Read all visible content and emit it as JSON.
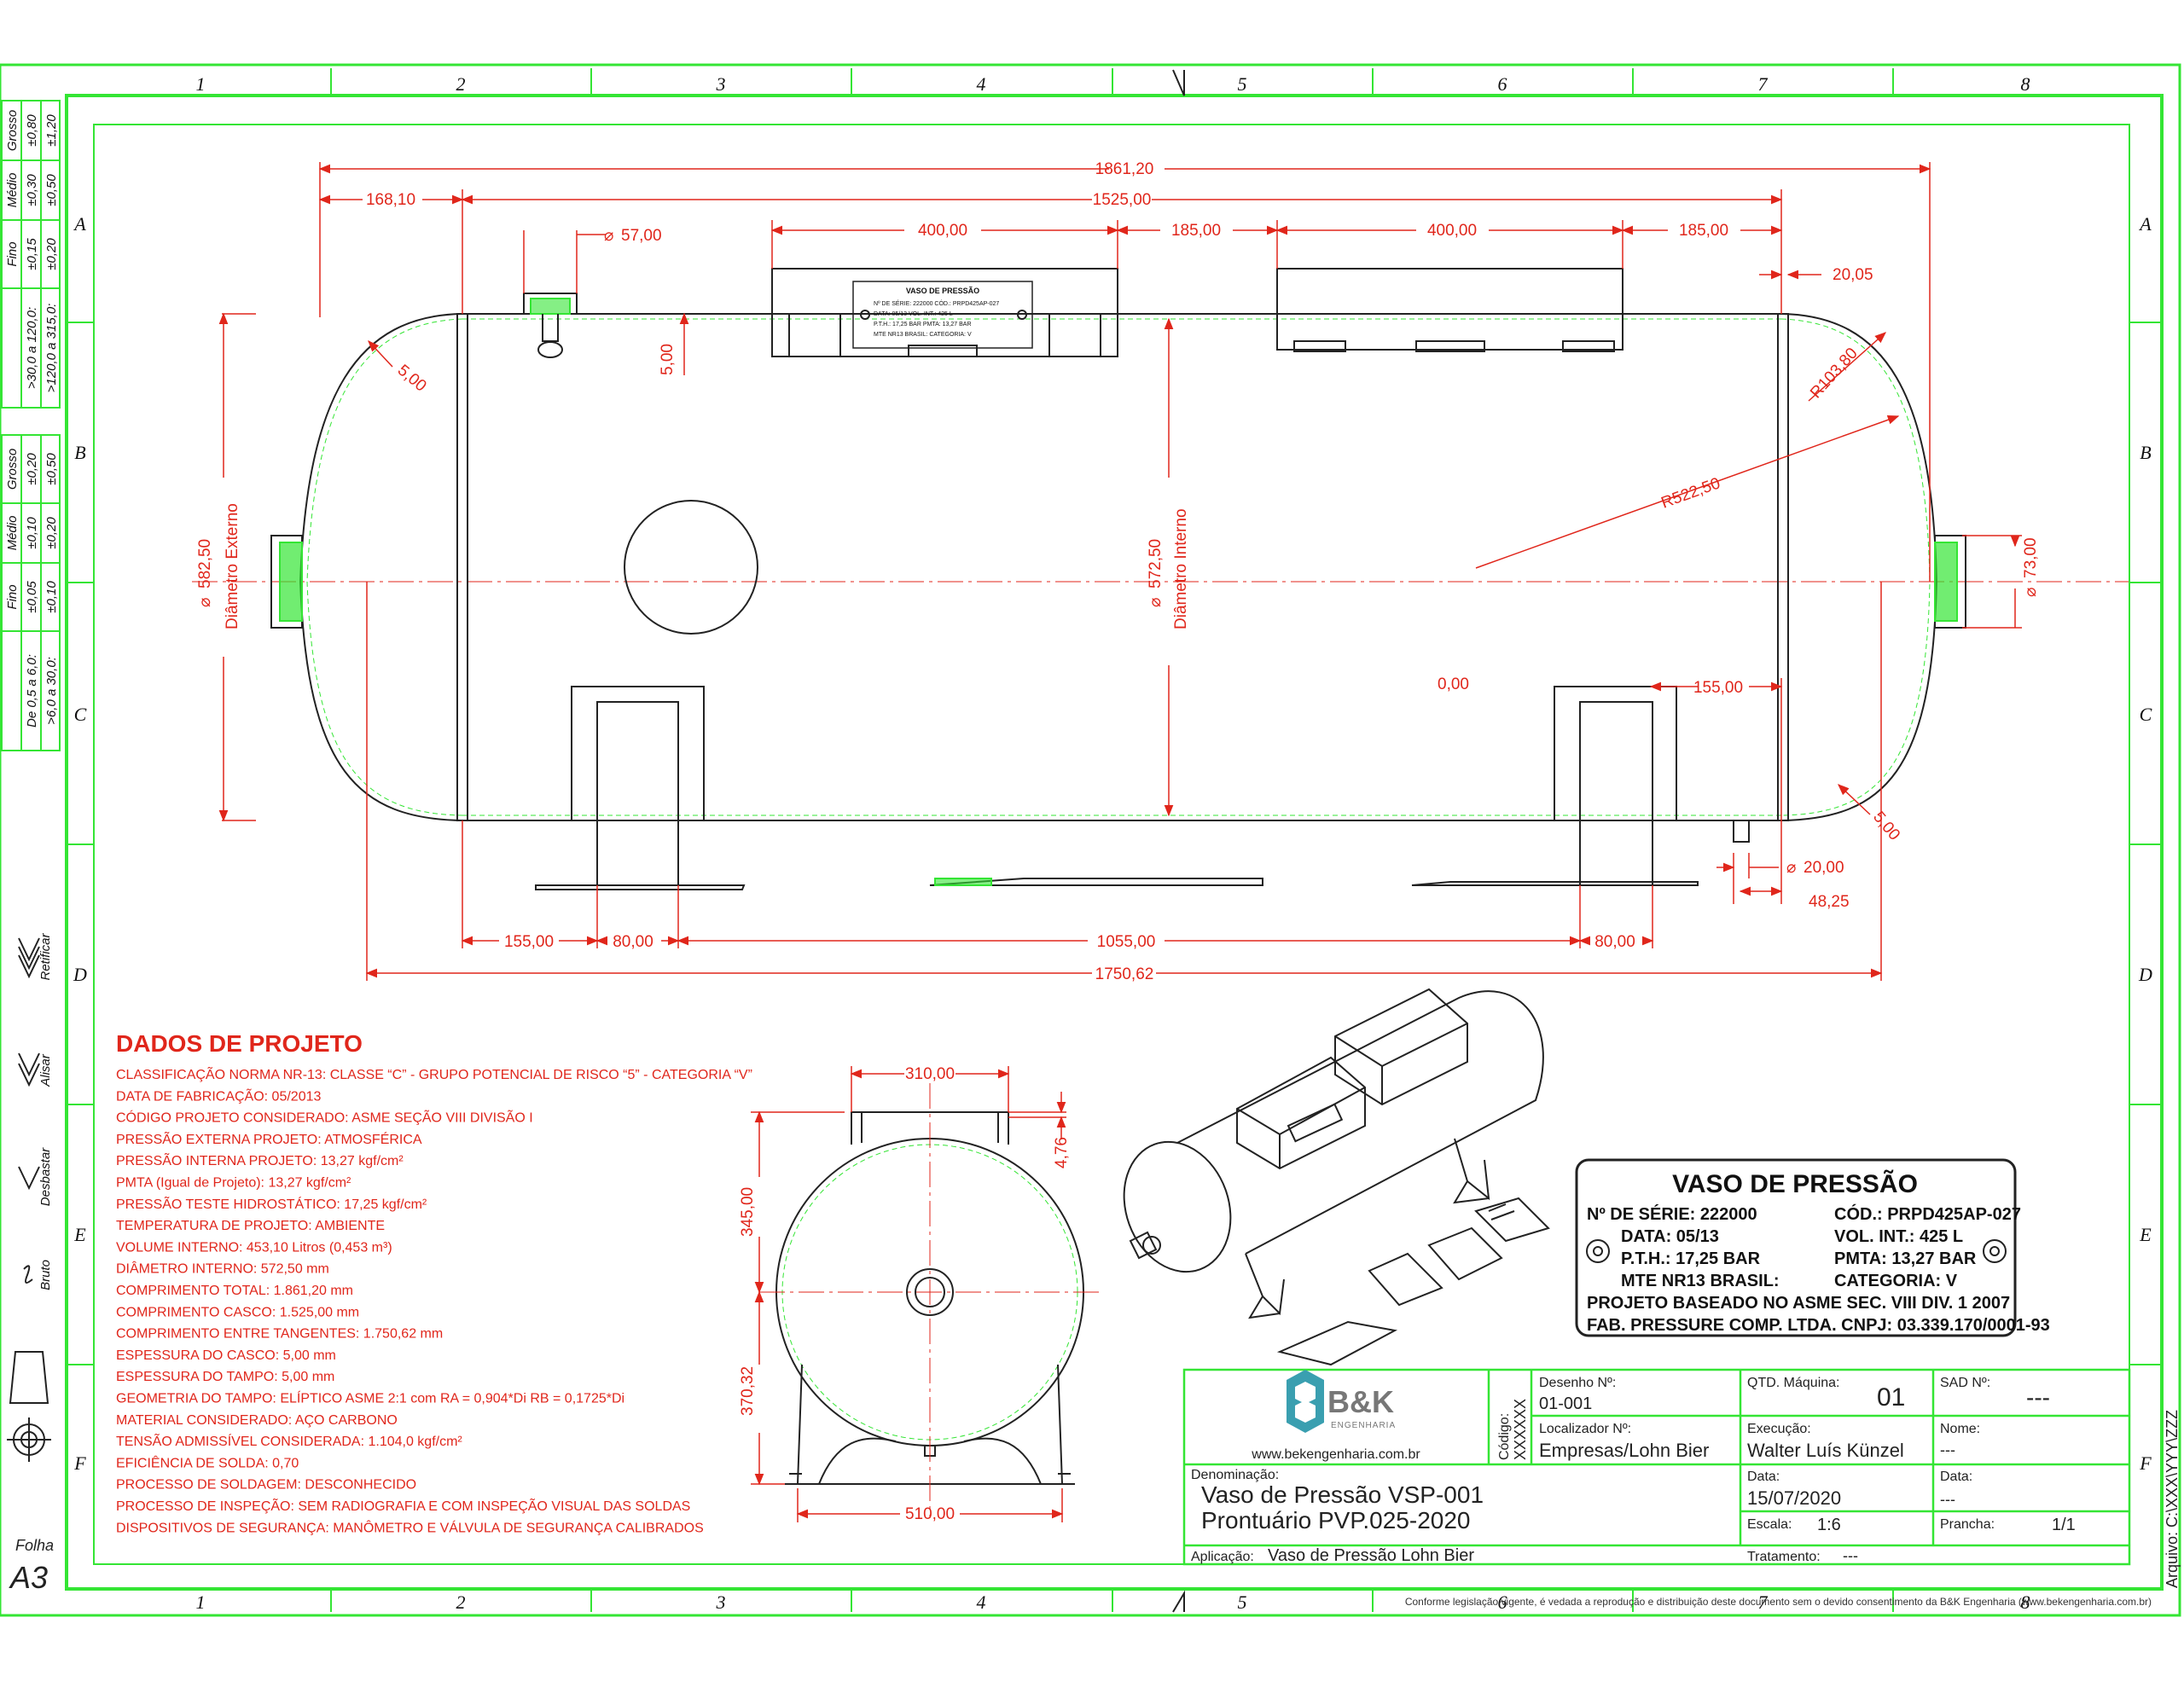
{
  "sheet": {
    "columns": [
      "1",
      "2",
      "3",
      "4",
      "5",
      "6",
      "7",
      "8"
    ],
    "rows": [
      "A",
      "B",
      "C",
      "D",
      "E",
      "F"
    ],
    "folha_label": "Folha",
    "size": "A3",
    "footer_notice": "Conforme legislação vigente, é vedada a reprodução e distribuição deste documento sem o devido consentimento da B&K Engenharia (www.bekengenharia.com.br)",
    "arquivo": "Arquivo: C:\\XXX\\YYY\\ZZZ"
  },
  "tolerances": {
    "linear": {
      "headers": [
        "Fino",
        "Médio",
        "Grosso"
      ],
      "rows": [
        {
          "range": ">30,0 a 120,0:",
          "fino": "±0,15",
          "medio": "±0,30",
          "grosso": "±0,80"
        },
        {
          "range": ">120,0 a 315,0:",
          "fino": "±0,20",
          "medio": "±0,50",
          "grosso": "±1,20"
        }
      ]
    },
    "small": {
      "headers": [
        "Fino",
        "Médio",
        "Grosso"
      ],
      "rows": [
        {
          "range": "De 0,5 a 6,0:",
          "fino": "±0,05",
          "medio": "±0,10",
          "grosso": "±0,20"
        },
        {
          "range": ">6,0 a 30,0:",
          "fino": "±0,10",
          "medio": "±0,20",
          "grosso": "±0,50"
        }
      ]
    }
  },
  "surface_symbols": [
    "Retificar",
    "Alisar",
    "Desbastar",
    "Bruto"
  ],
  "dimensions": {
    "total_length": "1861,20",
    "shell_length": "1525,00",
    "head_left": "168,10",
    "plate1_width": "400,00",
    "plate_gap": "185,00",
    "plate2_width": "400,00",
    "plate_right_gap": "185,00",
    "head_right": "20,05",
    "nozzle_dia": "57,00",
    "wall_top": "5,00",
    "wall_left": "5,00",
    "wall_right": "5,00",
    "outer_dia": "582,50",
    "outer_label": "Diâmetro Externo",
    "inner_dia": "572,50",
    "inner_label": "Diâmetro Interno",
    "r_small": "R103,80",
    "r_big": "R522,50",
    "outlet_dia": "73,00",
    "zero": "0,00",
    "foot_right_offset": "155,00",
    "drain_dia": "20,00",
    "drain_pos": "48,25",
    "foot_left_offset": "155,00",
    "foot_left_width": "80,00",
    "foot_span": "1055,00",
    "foot_right_width": "80,00",
    "tangent_length": "1750,62",
    "side_top_width": "310,00",
    "side_plate_h": "4,76",
    "side_upper": "345,00",
    "side_lower": "370,32",
    "side_base": "510,00"
  },
  "dados": {
    "title": "DADOS DE PROJETO",
    "lines": [
      "CLASSIFICAÇÃO NORMA NR-13: CLASSE “C” - GRUPO POTENCIAL DE RISCO “5” - CATEGORIA “V”",
      "DATA DE FABRICAÇÃO: 05/2013",
      "CÓDIGO PROJETO CONSIDERADO: ASME SEÇÃO VIII DIVISÃO I",
      "PRESSÃO EXTERNA PROJETO: ATMOSFÉRICA",
      "PRESSÃO INTERNA PROJETO: 13,27 kgf/cm²",
      "PMTA (Igual de Projeto): 13,27 kgf/cm²",
      "PRESSÃO TESTE HIDROSTÁTICO: 17,25 kgf/cm²",
      "TEMPERATURA DE PROJETO: AMBIENTE",
      "VOLUME INTERNO: 453,10 Litros (0,453 m³)",
      "DIÂMETRO INTERNO: 572,50 mm",
      "COMPRIMENTO TOTAL: 1.861,20 mm",
      "COMPRIMENTO CASCO: 1.525,00 mm",
      "COMPRIMENTO ENTRE TANGENTES: 1.750,62 mm",
      "ESPESSURA DO CASCO: 5,00 mm",
      "ESPESSURA DO TAMPO: 5,00 mm",
      "GEOMETRIA DO TAMPO: ELÍPTICO ASME 2:1 com RA = 0,904*Di RB = 0,1725*Di",
      "MATERIAL CONSIDERADO: AÇO CARBONO",
      "TENSÃO ADMISSÍVEL CONSIDERADA: 1.104,0 kgf/cm²",
      "EFICIÊNCIA DE SOLDA: 0,70",
      "PROCESSO DE SOLDAGEM: DESCONHECIDO",
      "PROCESSO DE INSPEÇÃO: SEM RADIOGRAFIA E COM INSPEÇÃO VISUAL DAS SOLDAS",
      "DISPOSITIVOS DE SEGURANÇA: MANÔMETRO E VÁLVULA DE SEGURANÇA CALIBRADOS"
    ]
  },
  "plate": {
    "title": "VASO DE PRESSÃO",
    "rows": [
      {
        "left": "Nº DE SÉRIE: 222000",
        "right": "CÓD.: PRPD425AP-027"
      },
      {
        "left": "DATA: 05/13",
        "right": "VOL. INT.: 425 L"
      },
      {
        "left": "P.T.H.: 17,25 BAR",
        "right": "PMTA: 13,27 BAR"
      },
      {
        "left": "MTE NR13 BRASIL:",
        "right": "CATEGORIA: V"
      }
    ],
    "line1": "PROJETO BASEADO NO ASME SEC. VIII DIV. 1 2007",
    "line2": "FAB. PRESSURE COMP. LTDA. CNPJ: 03.339.170/0001-93"
  },
  "mini_plate": {
    "title": "VASO DE PRESSÃO",
    "lines": [
      "Nº DE SÉRIE: 222000   CÓD.: PRPD425AP-027",
      "DATA: 05/13   VOL. INT.: 425 L",
      "P.T.H.: 17,25 BAR   PMTA: 13,27 BAR",
      "MTE NR13 BRASIL:   CATEGORIA: V"
    ]
  },
  "title_block": {
    "logo_text": "B&K",
    "logo_sub": "ENGENHARIA",
    "website": "www.bekengenharia.com.br",
    "codigo_label": "Código:",
    "codigo_value": "XXXXXX",
    "desenho_label": "Desenho Nº:",
    "desenho_value": "01-001",
    "qtd_label": "QTD. Máquina:",
    "qtd_value": "01",
    "sad_label": "SAD Nº:",
    "sad_value": "---",
    "localizador_label": "Localizador Nº:",
    "localizador_value": "Empresas/Lohn Bier",
    "execucao_label": "Execução:",
    "execucao_value": "Walter Luís Künzel",
    "nome_label": "Nome:",
    "nome_value": "---",
    "denominacao_label": "Denominação:",
    "denominacao_line1": "Vaso de Pressão VSP-001",
    "denominacao_line2": "Prontuário PVP.025-2020",
    "data_label": "Data:",
    "data_value": "15/07/2020",
    "data2_label": "Data:",
    "data2_value": "---",
    "escala_label": "Escala:",
    "escala_value": "1:6",
    "prancha_label": "Prancha:",
    "prancha_value": "1/1",
    "aplicacao_label": "Aplicação:",
    "aplicacao_value": "Vaso de Pressão Lohn Bier",
    "tratamento_label": "Tratamento:",
    "tratamento_value": "---"
  },
  "colors": {
    "frame_green": "#34e534",
    "dim_red": "#e0261b",
    "line_dark": "#222222"
  }
}
